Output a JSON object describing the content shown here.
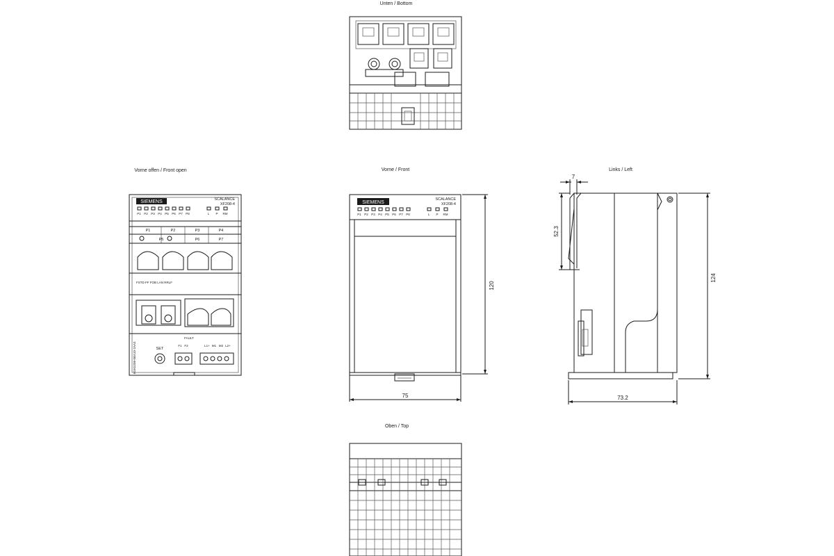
{
  "views": {
    "bottom": {
      "caption": "Unten / Bottom"
    },
    "front_open": {
      "caption": "Vorne offen / Front open"
    },
    "front": {
      "caption": "Vorne / Front"
    },
    "left": {
      "caption": "Links / Left"
    },
    "top": {
      "caption": "Oben / Top"
    }
  },
  "device": {
    "brand": "SIEMENS",
    "model_line1": "SCALANCE",
    "model_line2": "XF208-4",
    "port_leds": [
      "P1",
      "P2",
      "P3",
      "P4",
      "P5",
      "P6",
      "P7",
      "P8"
    ],
    "status_leds": [
      "L",
      "P",
      "RM"
    ],
    "ports_row1": [
      "P1",
      "P2",
      "P3",
      "P4"
    ],
    "ports_row2": [
      "P5",
      "P6",
      "P7"
    ],
    "fo_label": "FSTD FF FOB LAN RRLF",
    "fault_label": "FAULT",
    "set_label": "SET",
    "terminal_labels": [
      "F1",
      "F2",
      "L1+",
      "M1",
      "M2",
      "L2+"
    ],
    "order_number": "6GK5208-0BA10-2AA3"
  },
  "dimensions": {
    "front_width": "75",
    "front_height": "120",
    "left_depth": "73.2",
    "left_height": "124",
    "left_rail_height": "52.3",
    "left_top_offset": "7"
  }
}
